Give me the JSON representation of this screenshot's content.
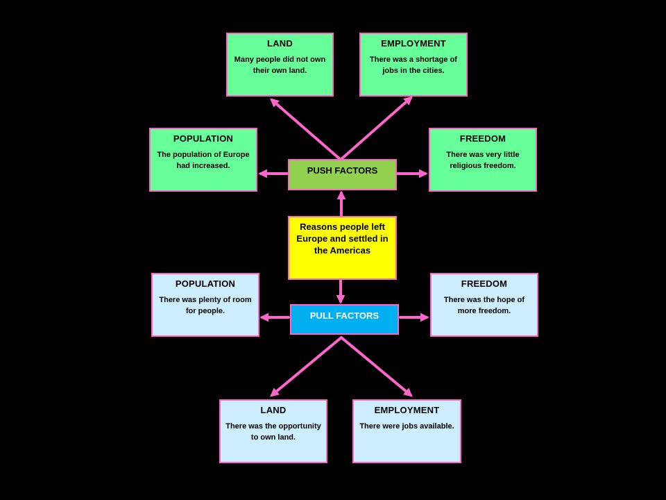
{
  "center": {
    "label": "Reasons people left Europe and settled in the Americas"
  },
  "push": {
    "label": "PUSH FACTORS",
    "land": {
      "title": "LAND",
      "text": "Many people did not own their own land."
    },
    "employment": {
      "title": "EMPLOYMENT",
      "text": "There was a shortage of jobs in the cities."
    },
    "population": {
      "title": "POPULATION",
      "text": "The population of Europe had increased."
    },
    "freedom": {
      "title": "FREEDOM",
      "text": "There was very little religious freedom."
    }
  },
  "pull": {
    "label": "PULL FACTORS",
    "population": {
      "title": "POPULATION",
      "text": "There was plenty of room for people."
    },
    "freedom": {
      "title": "FREEDOM",
      "text": "There was the hope of more freedom."
    },
    "land": {
      "title": "LAND",
      "text": "There was the opportunity to own land."
    },
    "employment": {
      "title": "EMPLOYMENT",
      "text": "There were jobs available."
    }
  },
  "colors": {
    "background": "#000000",
    "border": "#ff66cc",
    "arrow": "#ff66cc",
    "push_detail_fill": "#66ff99",
    "push_factor_fill": "#92d050",
    "center_fill": "#ffff00",
    "pull_factor_fill": "#00b0f0",
    "pull_detail_fill": "#cceeff"
  }
}
